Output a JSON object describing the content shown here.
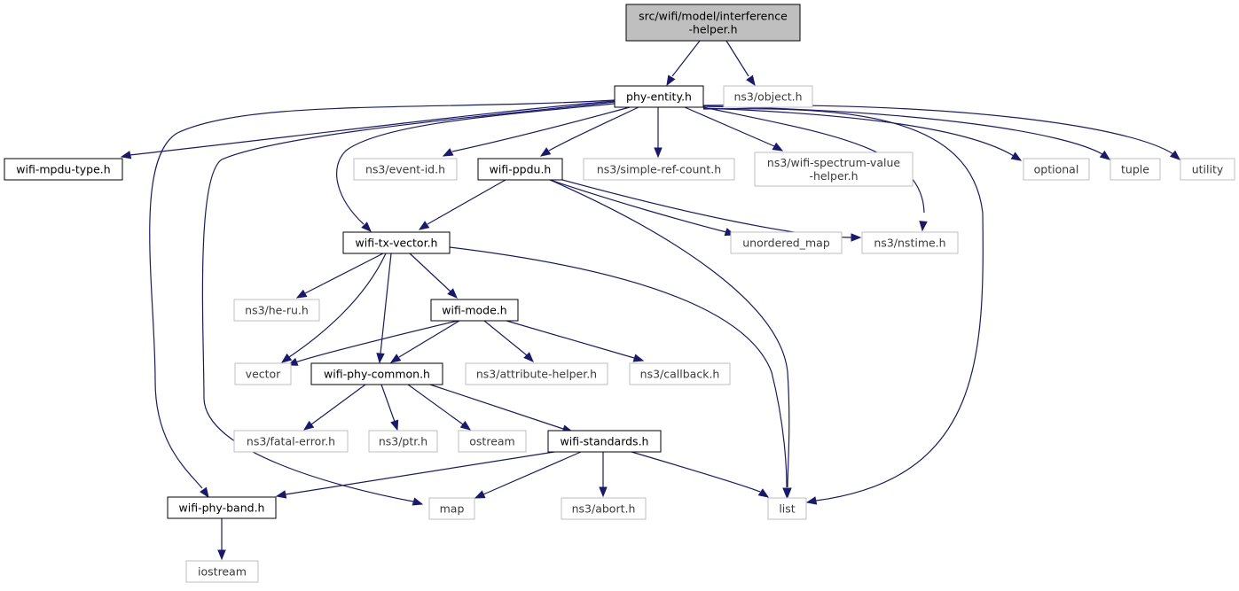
{
  "diagram": {
    "nodes": [
      {
        "id": "root",
        "kind": "root",
        "lines": [
          "src/wifi/model/interference",
          "-helper.h"
        ]
      },
      {
        "id": "phy_entity",
        "kind": "internal",
        "lines": [
          "phy-entity.h"
        ]
      },
      {
        "id": "ns3_object",
        "kind": "external",
        "lines": [
          "ns3/object.h"
        ]
      },
      {
        "id": "wifi_mpdu_type",
        "kind": "internal",
        "lines": [
          "wifi-mpdu-type.h"
        ]
      },
      {
        "id": "ns3_event_id",
        "kind": "external",
        "lines": [
          "ns3/event-id.h"
        ]
      },
      {
        "id": "wifi_ppdu",
        "kind": "internal",
        "lines": [
          "wifi-ppdu.h"
        ]
      },
      {
        "id": "ns3_simple_ref_count",
        "kind": "external",
        "lines": [
          "ns3/simple-ref-count.h"
        ]
      },
      {
        "id": "ns3_wifi_spectrum_value_helper",
        "kind": "external",
        "lines": [
          "ns3/wifi-spectrum-value",
          "-helper.h"
        ]
      },
      {
        "id": "optional",
        "kind": "external",
        "lines": [
          "optional"
        ]
      },
      {
        "id": "tuple",
        "kind": "external",
        "lines": [
          "tuple"
        ]
      },
      {
        "id": "utility",
        "kind": "external",
        "lines": [
          "utility"
        ]
      },
      {
        "id": "wifi_tx_vector",
        "kind": "internal",
        "lines": [
          "wifi-tx-vector.h"
        ]
      },
      {
        "id": "unordered_map",
        "kind": "external",
        "lines": [
          "unordered_map"
        ]
      },
      {
        "id": "ns3_nstime",
        "kind": "external",
        "lines": [
          "ns3/nstime.h"
        ]
      },
      {
        "id": "ns3_he_ru",
        "kind": "external",
        "lines": [
          "ns3/he-ru.h"
        ]
      },
      {
        "id": "wifi_mode",
        "kind": "internal",
        "lines": [
          "wifi-mode.h"
        ]
      },
      {
        "id": "vector",
        "kind": "external",
        "lines": [
          "vector"
        ]
      },
      {
        "id": "wifi_phy_common",
        "kind": "internal",
        "lines": [
          "wifi-phy-common.h"
        ]
      },
      {
        "id": "ns3_attribute_helper",
        "kind": "external",
        "lines": [
          "ns3/attribute-helper.h"
        ]
      },
      {
        "id": "ns3_callback",
        "kind": "external",
        "lines": [
          "ns3/callback.h"
        ]
      },
      {
        "id": "ns3_fatal_error",
        "kind": "external",
        "lines": [
          "ns3/fatal-error.h"
        ]
      },
      {
        "id": "ns3_ptr",
        "kind": "external",
        "lines": [
          "ns3/ptr.h"
        ]
      },
      {
        "id": "ostream",
        "kind": "external",
        "lines": [
          "ostream"
        ]
      },
      {
        "id": "wifi_standards",
        "kind": "internal",
        "lines": [
          "wifi-standards.h"
        ]
      },
      {
        "id": "wifi_phy_band",
        "kind": "internal",
        "lines": [
          "wifi-phy-band.h"
        ]
      },
      {
        "id": "map",
        "kind": "external",
        "lines": [
          "map"
        ]
      },
      {
        "id": "ns3_abort",
        "kind": "external",
        "lines": [
          "ns3/abort.h"
        ]
      },
      {
        "id": "list",
        "kind": "external",
        "lines": [
          "list"
        ]
      },
      {
        "id": "iostream",
        "kind": "external",
        "lines": [
          "iostream"
        ]
      }
    ],
    "edges": [
      {
        "from": "root",
        "to": "phy_entity"
      },
      {
        "from": "root",
        "to": "ns3_object"
      },
      {
        "from": "phy_entity",
        "to": "wifi_mpdu_type"
      },
      {
        "from": "phy_entity",
        "to": "wifi_phy_band"
      },
      {
        "from": "phy_entity",
        "to": "map"
      },
      {
        "from": "phy_entity",
        "to": "wifi_tx_vector"
      },
      {
        "from": "phy_entity",
        "to": "ns3_event_id"
      },
      {
        "from": "phy_entity",
        "to": "wifi_ppdu"
      },
      {
        "from": "phy_entity",
        "to": "ns3_simple_ref_count"
      },
      {
        "from": "phy_entity",
        "to": "ns3_wifi_spectrum_value_helper"
      },
      {
        "from": "phy_entity",
        "to": "ns3_nstime"
      },
      {
        "from": "phy_entity",
        "to": "list"
      },
      {
        "from": "phy_entity",
        "to": "optional"
      },
      {
        "from": "phy_entity",
        "to": "tuple"
      },
      {
        "from": "phy_entity",
        "to": "utility"
      },
      {
        "from": "wifi_ppdu",
        "to": "wifi_tx_vector"
      },
      {
        "from": "wifi_ppdu",
        "to": "unordered_map"
      },
      {
        "from": "wifi_ppdu",
        "to": "ns3_nstime"
      },
      {
        "from": "wifi_ppdu",
        "to": "list"
      },
      {
        "from": "wifi_tx_vector",
        "to": "ns3_he_ru"
      },
      {
        "from": "wifi_tx_vector",
        "to": "vector"
      },
      {
        "from": "wifi_tx_vector",
        "to": "wifi_phy_common"
      },
      {
        "from": "wifi_tx_vector",
        "to": "wifi_mode"
      },
      {
        "from": "wifi_tx_vector",
        "to": "list"
      },
      {
        "from": "wifi_mode",
        "to": "vector"
      },
      {
        "from": "wifi_mode",
        "to": "wifi_phy_common"
      },
      {
        "from": "wifi_mode",
        "to": "ns3_attribute_helper"
      },
      {
        "from": "wifi_mode",
        "to": "ns3_callback"
      },
      {
        "from": "wifi_phy_common",
        "to": "ns3_fatal_error"
      },
      {
        "from": "wifi_phy_common",
        "to": "ns3_ptr"
      },
      {
        "from": "wifi_phy_common",
        "to": "ostream"
      },
      {
        "from": "wifi_phy_common",
        "to": "wifi_standards"
      },
      {
        "from": "wifi_standards",
        "to": "wifi_phy_band"
      },
      {
        "from": "wifi_standards",
        "to": "map"
      },
      {
        "from": "wifi_standards",
        "to": "ns3_abort"
      },
      {
        "from": "wifi_standards",
        "to": "list"
      },
      {
        "from": "wifi_phy_band",
        "to": "iostream"
      }
    ],
    "colors": {
      "edge": "#191970",
      "internal_border": "#000000",
      "external_border": "#bfbfbf",
      "root_fill": "#bfbfbf"
    }
  }
}
